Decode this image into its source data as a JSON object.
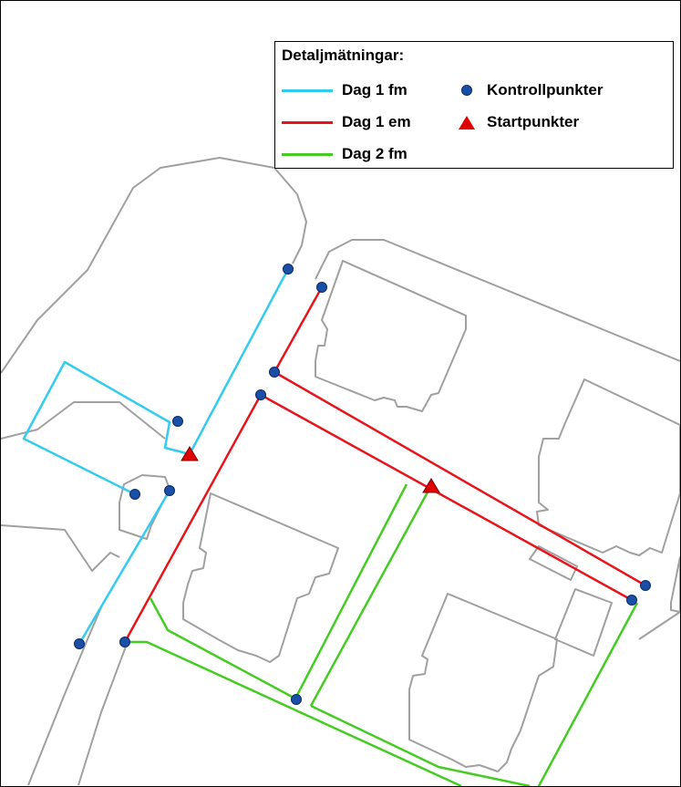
{
  "legend": {
    "title": "Detaljmätningar:",
    "lines": [
      {
        "label": "Dag 1 fm",
        "color": "#33ccee"
      },
      {
        "label": "Dag 1 em",
        "color": "#e8141c"
      },
      {
        "label": "Dag 2 fm",
        "color": "#44cc22"
      }
    ],
    "symbols": [
      {
        "label": "Kontrollpunkter",
        "symbol": "circle",
        "color": "#1a4fa8"
      },
      {
        "label": "Startpunkter",
        "symbol": "triangle",
        "color": "#e00000"
      }
    ]
  },
  "colors": {
    "outline": "#a0a0a0",
    "dag1fm": "#33ccee",
    "dag1em": "#e8141c",
    "dag2fm": "#44cc22",
    "kontrollpunkt": "#1a4fa8",
    "startpunkt": "#e00000"
  }
}
